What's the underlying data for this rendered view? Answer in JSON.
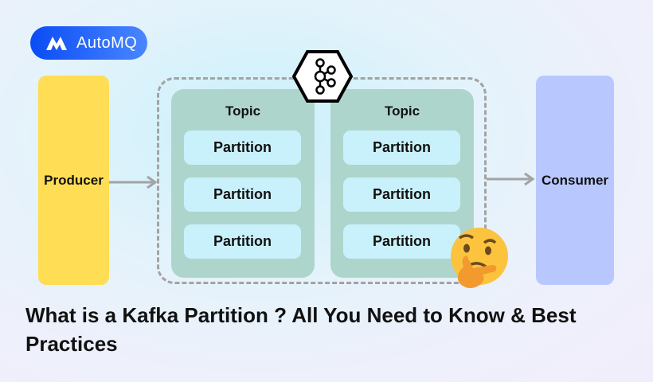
{
  "brand": {
    "name": "AutoMQ"
  },
  "diagram": {
    "producer": "Producer",
    "consumer": "Consumer",
    "broker_icon": "kafka-logo-icon",
    "topics": [
      {
        "label": "Topic",
        "partitions": [
          "Partition",
          "Partition",
          "Partition"
        ]
      },
      {
        "label": "Topic",
        "partitions": [
          "Partition",
          "Partition",
          "Partition"
        ]
      }
    ],
    "emoji": "thinking-face-icon"
  },
  "colors": {
    "producer": "#FFDD55",
    "consumer": "#B8C8FF",
    "topic": "#AED5CC",
    "partition": "#C9F1FB",
    "brand": "#0A4CF5"
  },
  "title": "What is a Kafka Partition ? All You Need to Know & Best Practices"
}
